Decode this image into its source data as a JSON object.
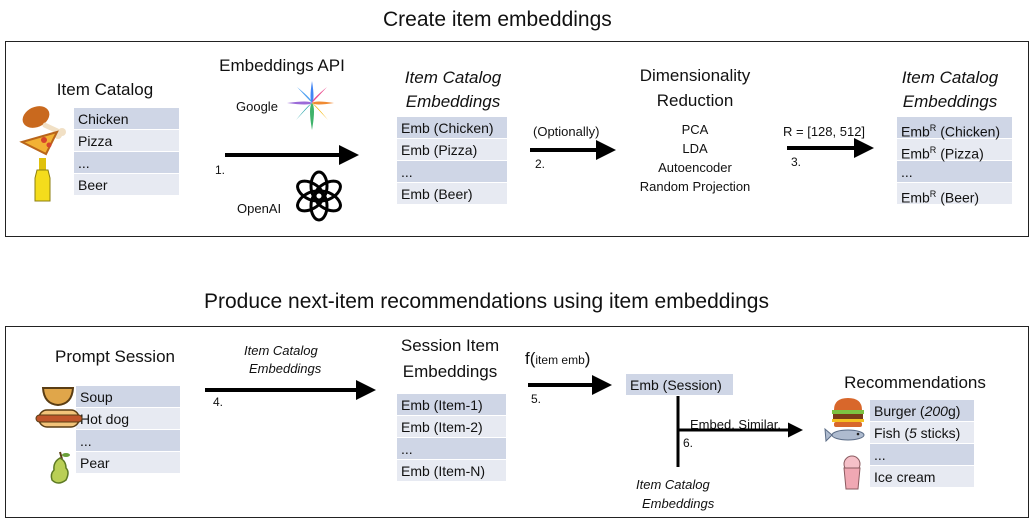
{
  "top": {
    "title": "Create item embeddings",
    "catalog_title": "Item Catalog",
    "catalog_items": [
      "Chicken",
      "Pizza",
      "...",
      "Beer"
    ],
    "api_title": "Embeddings API",
    "google_label": "Google",
    "openai_label": "OpenAI",
    "step1": "1.",
    "emb_title_line1": "Item Catalog",
    "emb_title_line2": "Embeddings",
    "emb_items": [
      "Emb (Chicken)",
      "Emb (Pizza)",
      "...",
      "Emb (Beer)"
    ],
    "optional_label": "(Optionally)",
    "step2": "2.",
    "dimred_line1": "Dimensionality",
    "dimred_line2": "Reduction",
    "methods": [
      "PCA",
      "LDA",
      "Autoencoder",
      "Random Projection"
    ],
    "r_label": "R = [128, 512]",
    "step3": "3.",
    "embr_title_line1": "Item Catalog",
    "embr_title_line2": "Embeddings",
    "embr_prefix": "Emb",
    "embr_sup": "R",
    "embr_items": [
      "(Chicken)",
      "(Pizza)",
      "...",
      "(Beer)"
    ]
  },
  "bottom": {
    "title": "Produce next-item recommendations using item embeddings",
    "prompt_title": "Prompt Session",
    "prompt_items": [
      "Soup",
      "Hot dog",
      "...",
      "Pear"
    ],
    "arrow4_line1": "Item Catalog",
    "arrow4_line2": "Embeddings",
    "step4": "4.",
    "session_line1": "Session Item",
    "session_line2": "Embeddings",
    "session_items": [
      "Emb (Item-1)",
      "Emb (Item-2)",
      "...",
      "Emb (Item-N)"
    ],
    "f_label": "f(",
    "f_sub": "item emb",
    "f_close": ")",
    "step5": "5.",
    "emb_session": "Emb (Session)",
    "similar_label": "Embed. Similar.",
    "step6": "6.",
    "catalog_line1": "Item Catalog",
    "catalog_line2": "Embeddings",
    "rec_title": "Recommendations",
    "rec_burger_pre": "Burger (",
    "rec_burger_num": "200",
    "rec_burger_post": "g)",
    "rec_fish_pre": "Fish (",
    "rec_fish_num": "5",
    "rec_fish_post": " sticks)",
    "rec_dots": "...",
    "rec_icecream": "Ice cream"
  },
  "colors": {
    "cell_dark": "#cfd6e6",
    "cell_light": "#e7eaf2",
    "border": "#222222"
  },
  "icons": [
    "chicken-leg-icon",
    "pizza-slice-icon",
    "beer-bottle-icon",
    "google-gemini-icon",
    "openai-icon",
    "soup-bowl-icon",
    "hot-dog-icon",
    "pear-icon",
    "burger-icon",
    "fish-icon",
    "ice-cream-icon"
  ]
}
